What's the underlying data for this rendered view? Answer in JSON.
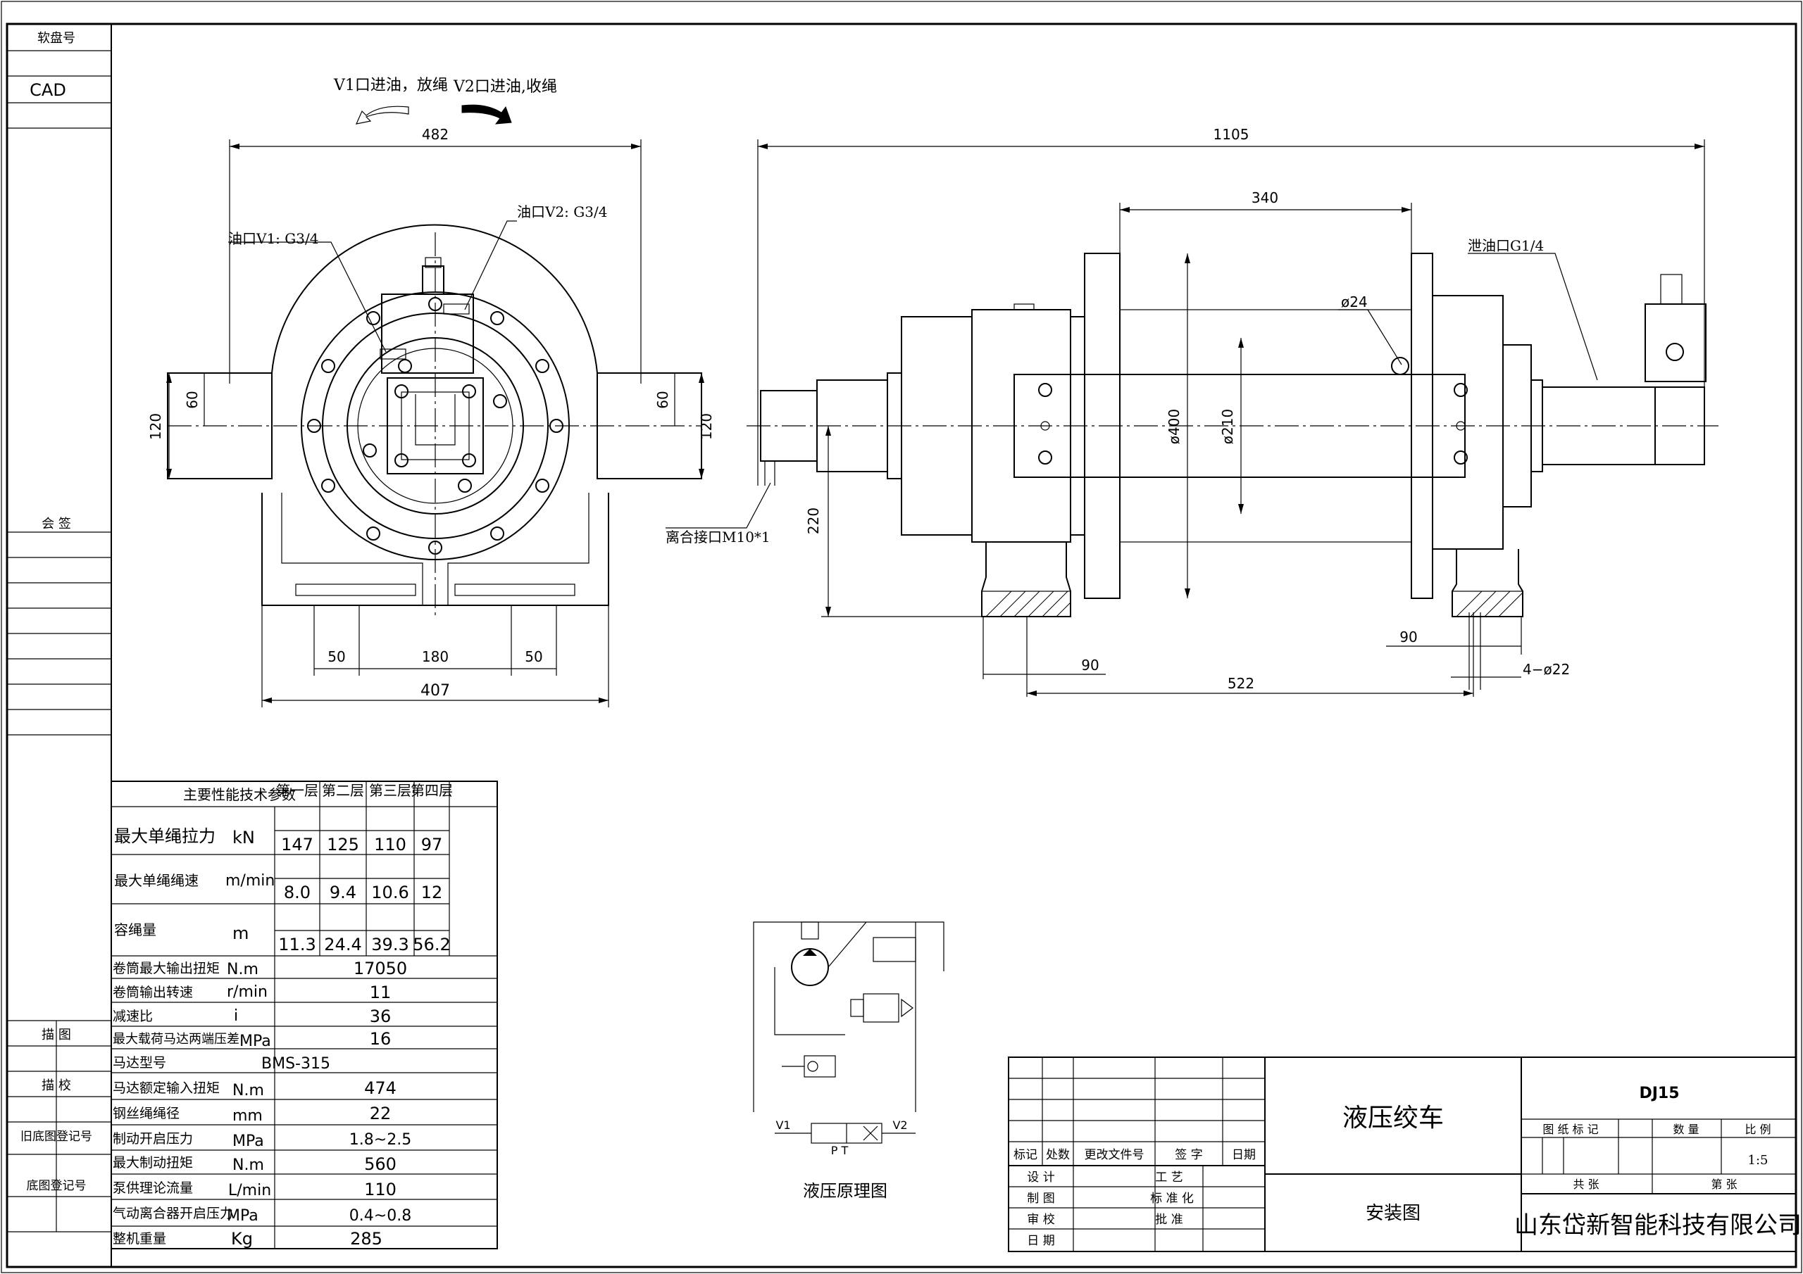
{
  "sidebar": {
    "archive_no": "软盘号",
    "cad": "CAD",
    "countersign": "会  签",
    "drawn": "描  图",
    "traced_check": "描  校",
    "old_base_no": "旧底图登记号",
    "base_no": "底图登记号"
  },
  "rotation_notes": {
    "v1": "V1口进油，放绳",
    "v2": "V2口进油,收绳"
  },
  "left_view": {
    "width_top": "482",
    "port_v1": "油口V1: G3/4",
    "port_v2": "油口V2: G3/4",
    "dim_120_left": "120",
    "dim_60_left": "60",
    "dim_60_right": "60",
    "dim_120_right": "120",
    "dim_50_left": "50",
    "dim_180": "180",
    "dim_50_right": "50",
    "width_bottom": "407"
  },
  "right_view": {
    "length_total": "1105",
    "drum_width": "340",
    "drain_port": "泄油口G1/4",
    "hole_24": "ø24",
    "dia_400": "ø400",
    "dia_210": "ø210",
    "clutch_port": "离合接口M10*1",
    "height_220": "220",
    "dim_90_right": "90",
    "dim_90_left": "90",
    "dim_522": "522",
    "holes_22": "4−ø22"
  },
  "spec_table": {
    "title": "主要性能技术参数",
    "layer_headers": [
      "第一层",
      "第二层",
      "第三层",
      "第四层"
    ],
    "rows_layered": [
      {
        "name": "最大单绳拉力",
        "unit": "kN",
        "values": [
          "147",
          "125",
          "110",
          "97"
        ]
      },
      {
        "name": "最大单绳绳速",
        "unit": "m/min",
        "values": [
          "8.0",
          "9.4",
          "10.6",
          "12"
        ]
      },
      {
        "name": "容绳量",
        "unit": "m",
        "values": [
          "11.3",
          "24.4",
          "39.3",
          "56.2"
        ]
      }
    ],
    "rows_single": [
      {
        "name": "卷筒最大输出扭矩",
        "unit": "N.m",
        "value": "17050"
      },
      {
        "name": "卷筒输出转速",
        "unit": "r/min",
        "value": "11"
      },
      {
        "name": "减速比",
        "unit": "i",
        "value": "36"
      },
      {
        "name": "最大载荷马达两端压差",
        "unit": "MPa",
        "value": "16"
      },
      {
        "name": "马达型号",
        "unit": "",
        "value": "BMS-315"
      },
      {
        "name": "马达额定输入扭矩",
        "unit": "N.m",
        "value": "474"
      },
      {
        "name": "钢丝绳绳径",
        "unit": "mm",
        "value": "22"
      },
      {
        "name": "制动开启压力",
        "unit": "MPa",
        "value": "1.8~2.5"
      },
      {
        "name": "最大制动扭矩",
        "unit": "N.m",
        "value": "560"
      },
      {
        "name": "泵供理论流量",
        "unit": "L/min",
        "value": "110"
      },
      {
        "name": "气动离合器开启压力",
        "unit": "MPa",
        "value": "0.4~0.8"
      },
      {
        "name": "整机重量",
        "unit": "Kg",
        "value": "285"
      }
    ]
  },
  "hydraulic": {
    "caption": "液压原理图",
    "v1": "V1",
    "v2": "V2",
    "pt": "P T"
  },
  "title_block": {
    "product": "液压绞车",
    "drawing_type": "安装图",
    "code": "DJ15",
    "stage_mark": "图 纸 标 记",
    "quantity": "数 量",
    "scale_label": "比 例",
    "scale": "1:5",
    "total_sheets": "共    张",
    "sheet_no": "第    张",
    "company": "山东岱新智能科技有限公司",
    "rev_headers": [
      "标记",
      "处数",
      "更改文件号",
      "签  字",
      "日期"
    ],
    "sign_rows": [
      {
        "left": "设  计",
        "right": "工  艺"
      },
      {
        "left": "制  图",
        "right": "标 准 化"
      },
      {
        "left": "审  校",
        "right": "批  准"
      },
      {
        "left": "日  期",
        "right": ""
      }
    ]
  }
}
